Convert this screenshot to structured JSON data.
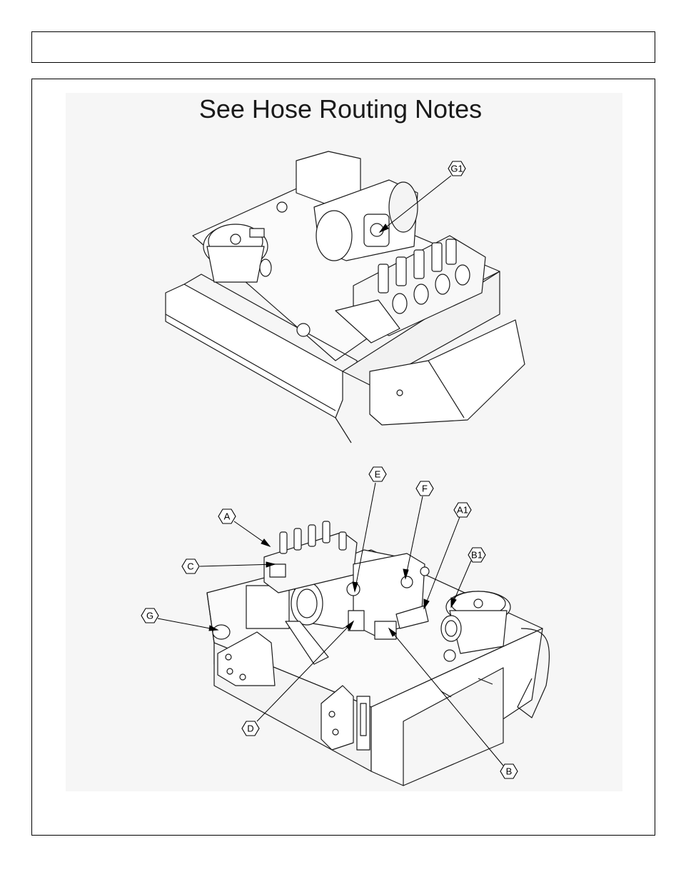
{
  "header": {
    "text": ""
  },
  "figure": {
    "title": "See Hose Routing Notes"
  },
  "callouts": [
    {
      "id": "g1",
      "label": "G1"
    },
    {
      "id": "e",
      "label": "E"
    },
    {
      "id": "f",
      "label": "F"
    },
    {
      "id": "a",
      "label": "A"
    },
    {
      "id": "a1",
      "label": "A1"
    },
    {
      "id": "b1",
      "label": "B1"
    },
    {
      "id": "c",
      "label": "C"
    },
    {
      "id": "g",
      "label": "G"
    },
    {
      "id": "d",
      "label": "D"
    },
    {
      "id": "b",
      "label": "B"
    }
  ]
}
